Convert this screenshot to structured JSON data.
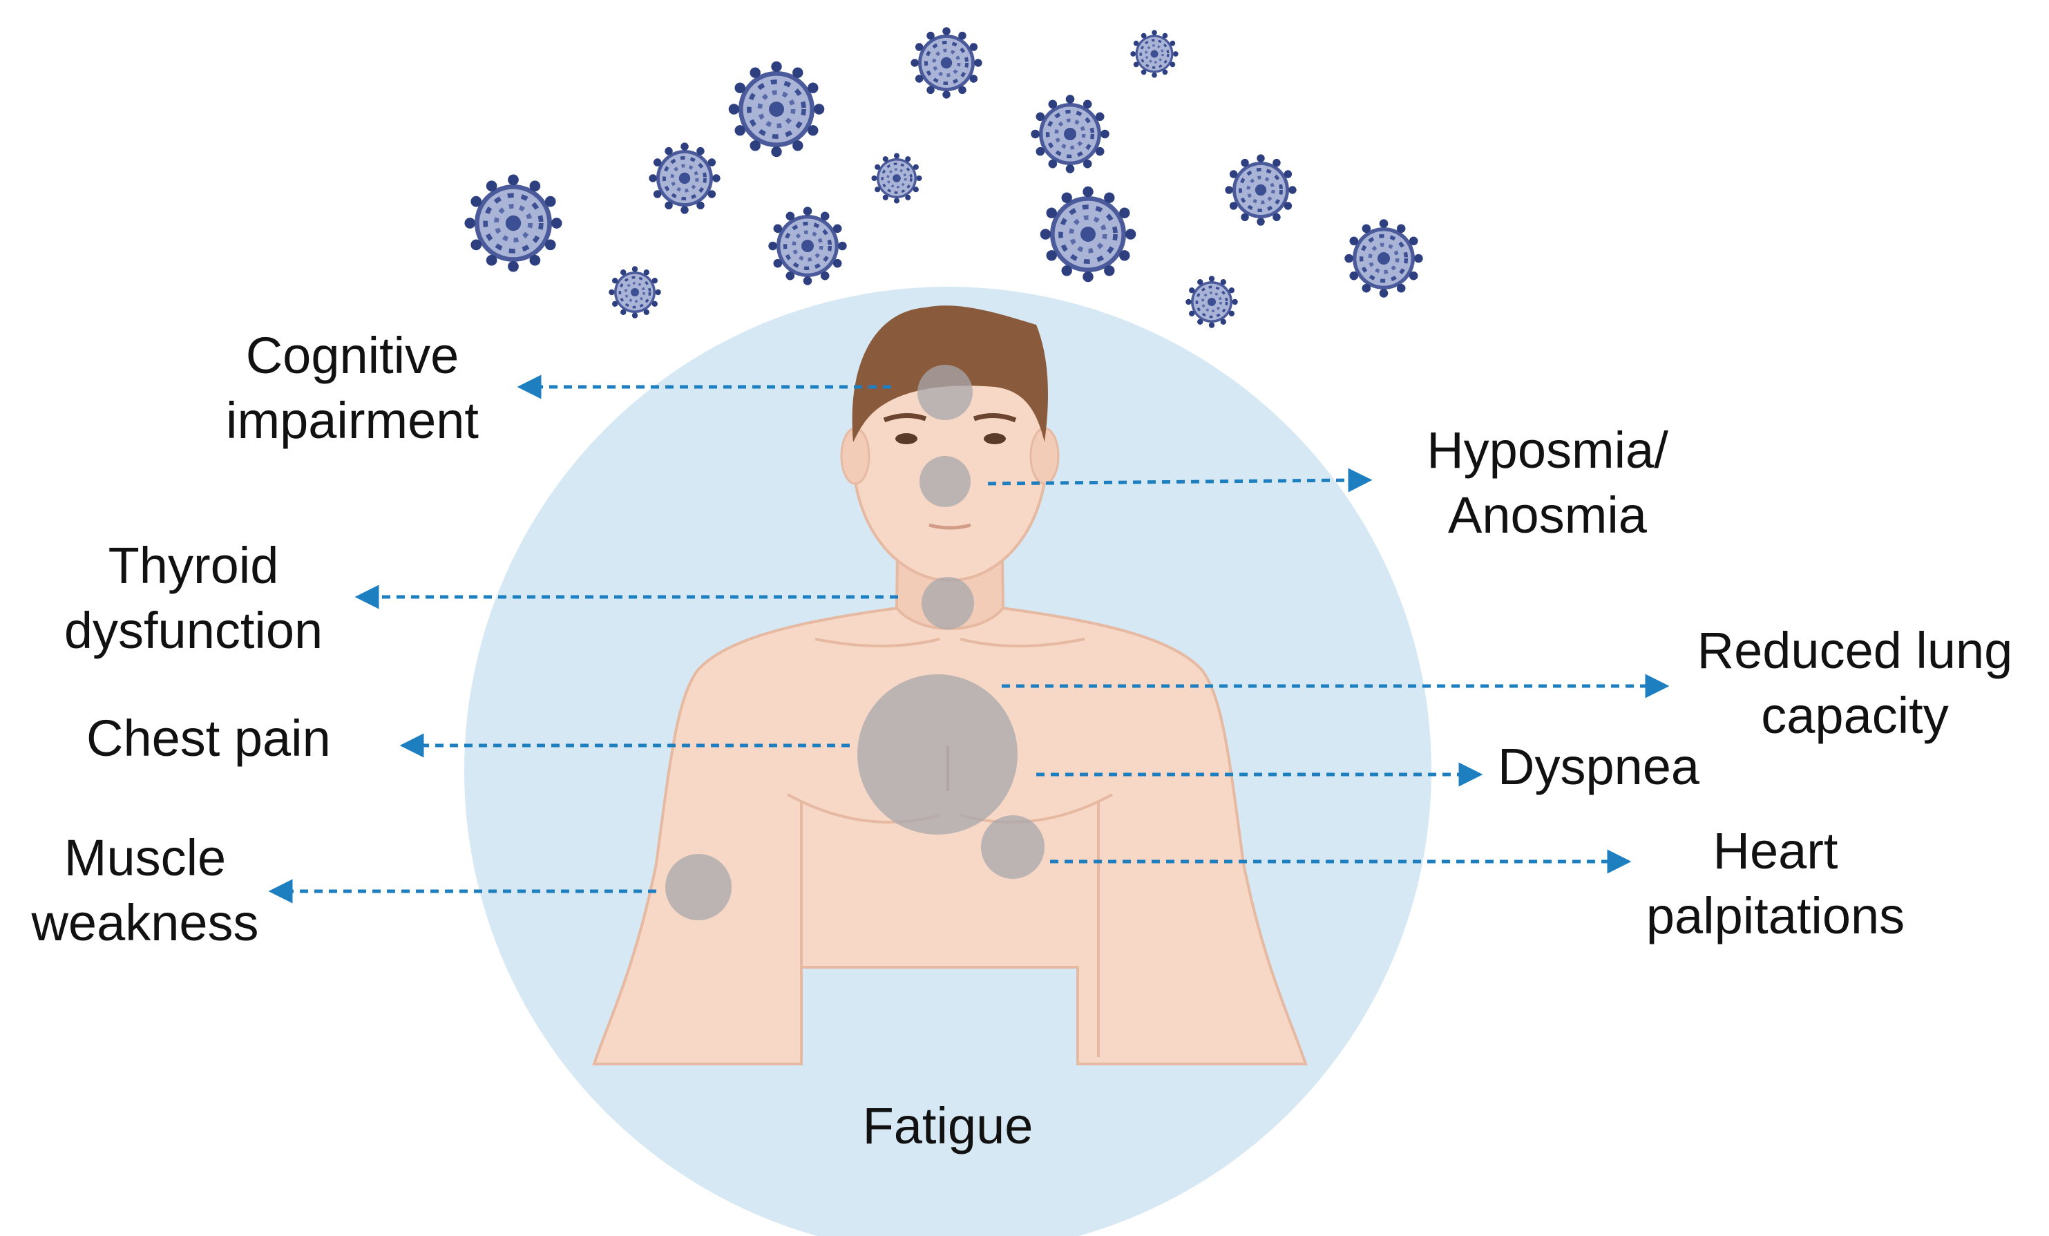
{
  "labels": {
    "cognitive": [
      "Cognitive",
      "impairment"
    ],
    "hyposmia": [
      "Hyposmia/",
      "Anosmia"
    ],
    "thyroid": [
      "Thyroid",
      "dysfunction"
    ],
    "lung": [
      "Reduced lung",
      "capacity"
    ],
    "chest": "Chest pain",
    "dyspnea": "Dyspnea",
    "muscle": [
      "Muscle",
      "weakness"
    ],
    "heart": [
      "Heart",
      "palpitations"
    ],
    "fatigue": "Fatigue"
  },
  "colors": {
    "background_circle": "#d6e8f3",
    "skin": "#f7d7c5",
    "hair": "#8a5a3c",
    "marker": "#a8a8ac",
    "arrow": "#1d7fc0",
    "virus": "#3d4f93"
  },
  "icons": {
    "virus": "virus-particle-icon",
    "person": "human-torso-illustration"
  }
}
